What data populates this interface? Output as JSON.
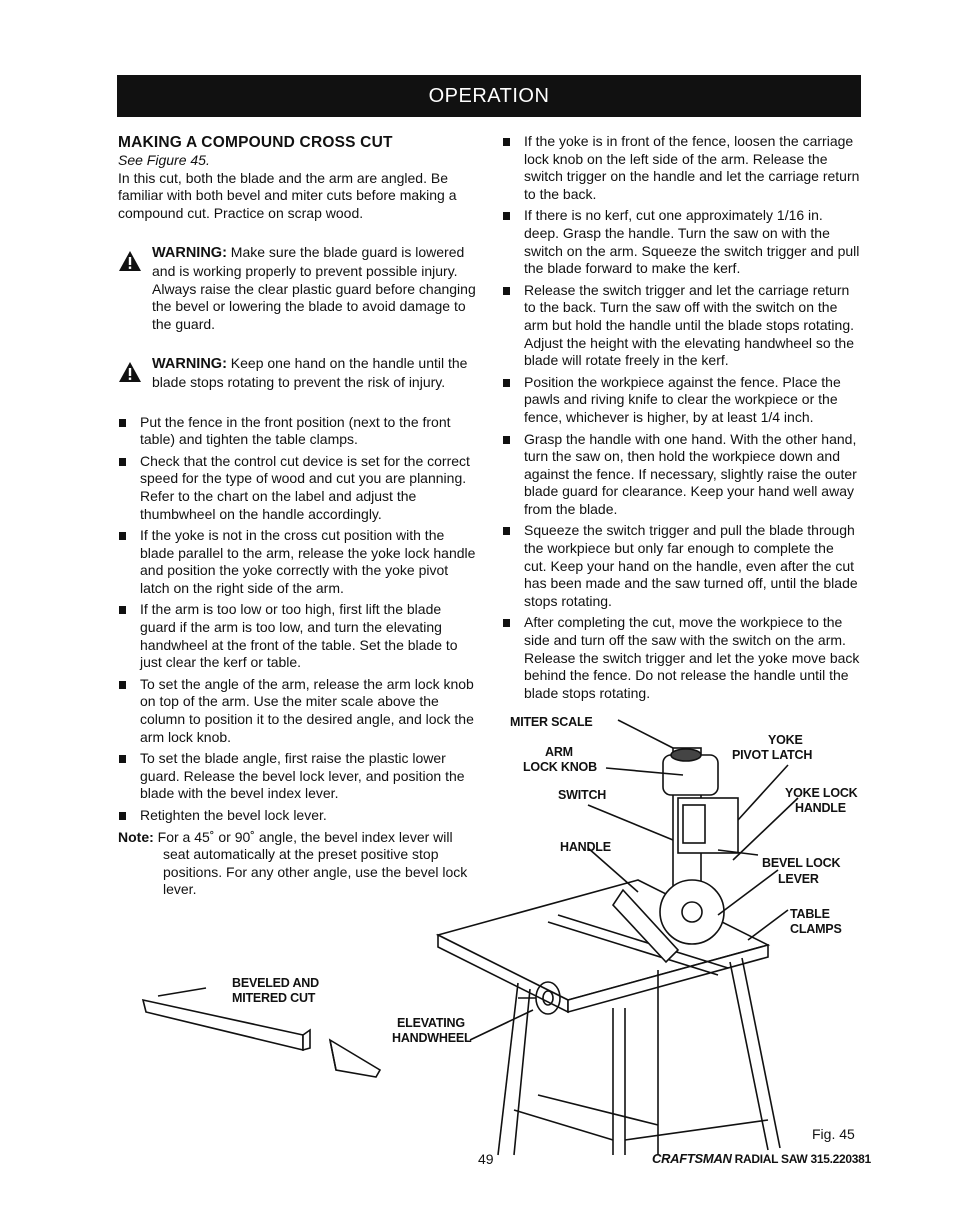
{
  "header": {
    "title": "OPERATION"
  },
  "left": {
    "heading": "MAKING A COMPOUND CROSS CUT",
    "subheading": "See Figure 45.",
    "intro": "In this cut, both the blade and the arm are angled. Be familiar with both bevel and miter cuts before making a compound cut. Practice on scrap wood.",
    "warnings": [
      {
        "label": "WARNING:",
        "text": " Make sure the blade guard is lowered and is working properly to prevent possible injury. Always raise the clear plastic guard before changing the bevel or lowering the blade to avoid damage to the guard."
      },
      {
        "label": "WARNING:",
        "text": " Keep one hand on the handle until the blade stops rotating to prevent the risk of injury."
      }
    ],
    "bullets": [
      "Put the fence in the front position (next to the front table) and tighten the table clamps.",
      "Check that the control cut device is set for the correct speed for the type of wood and cut you are planning. Refer to the chart on the label and adjust the thumbwheel on the handle accordingly.",
      "If the yoke is not in the cross cut position with the blade parallel to the arm, release the yoke lock handle and position the yoke correctly with the yoke pivot latch on the right side of the arm.",
      "If the arm is too low or too high, first lift the blade guard if the arm is too low, and turn the elevating handwheel at the front of the table. Set the blade to just clear the kerf or table.",
      "To set the angle of the arm, release the arm lock knob on top of the arm. Use the miter scale above the column to position it to the desired angle, and lock the arm lock knob.",
      "To set the blade angle, first raise the plastic lower guard. Release the bevel lock lever, and position the blade with the bevel index lever.",
      "Retighten the bevel lock lever."
    ],
    "note": {
      "label": "Note:",
      "text": " For a 45˚ or 90˚ angle, the bevel index lever will seat automatically at the preset positive stop positions. For any other angle, use the bevel lock lever."
    }
  },
  "right": {
    "bullets": [
      "If the yoke is in front of the fence, loosen the carriage lock knob on the left side of the arm. Release the switch trigger on the handle and let the carriage return to the back.",
      "If there is no kerf, cut one approximately 1/16 in. deep. Grasp the handle. Turn the saw on with the switch on the arm. Squeeze the switch trigger and pull the blade forward to make the kerf.",
      "Release the switch trigger and let the carriage return to the back. Turn the saw off with the switch on the arm but hold the handle until the blade stops rotating. Adjust the height with the elevating handwheel so the blade will rotate freely in the kerf.",
      "Position the workpiece against the fence. Place the pawls and riving knife to clear the workpiece or the fence, whichever is higher, by at least 1/4 inch.",
      "Grasp the handle with one hand. With the other hand, turn the saw on, then hold the workpiece down and against the fence. If necessary, slightly raise the outer blade guard for clearance. Keep your hand well away from the blade.",
      "Squeeze the switch trigger and pull the blade through the workpiece but only far enough to complete the cut. Keep your hand on the handle, even after the cut has been made and the saw turned off, until the blade stops rotating.",
      "After completing the cut, move the workpiece to the side and turn off the saw with the switch on the arm. Release the switch trigger and let the yoke move back behind the fence. Do not release the handle until the blade stops rotating."
    ]
  },
  "figure": {
    "labels": {
      "miter_scale": "MITER SCALE",
      "arm_lock_knob_1": "ARM",
      "arm_lock_knob_2": "LOCK KNOB",
      "switch": "SWITCH",
      "handle": "HANDLE",
      "yoke_pivot_latch_1": "YOKE",
      "yoke_pivot_latch_2": "PIVOT LATCH",
      "yoke_lock_handle_1": "YOKE LOCK",
      "yoke_lock_handle_2": "HANDLE",
      "bevel_lock_lever_1": "BEVEL LOCK",
      "bevel_lock_lever_2": "LEVER",
      "table_clamps_1": "TABLE",
      "table_clamps_2": "CLAMPS",
      "beveled_cut_1": "BEVELED AND",
      "beveled_cut_2": "MITERED CUT",
      "elevating_handwheel_1": "ELEVATING",
      "elevating_handwheel_2": "HANDWHEEL"
    },
    "caption": "Fig. 45"
  },
  "footer": {
    "page_number": "49",
    "brand": "CRAFTSMAN",
    "product": " RADIAL SAW 315.220381"
  }
}
